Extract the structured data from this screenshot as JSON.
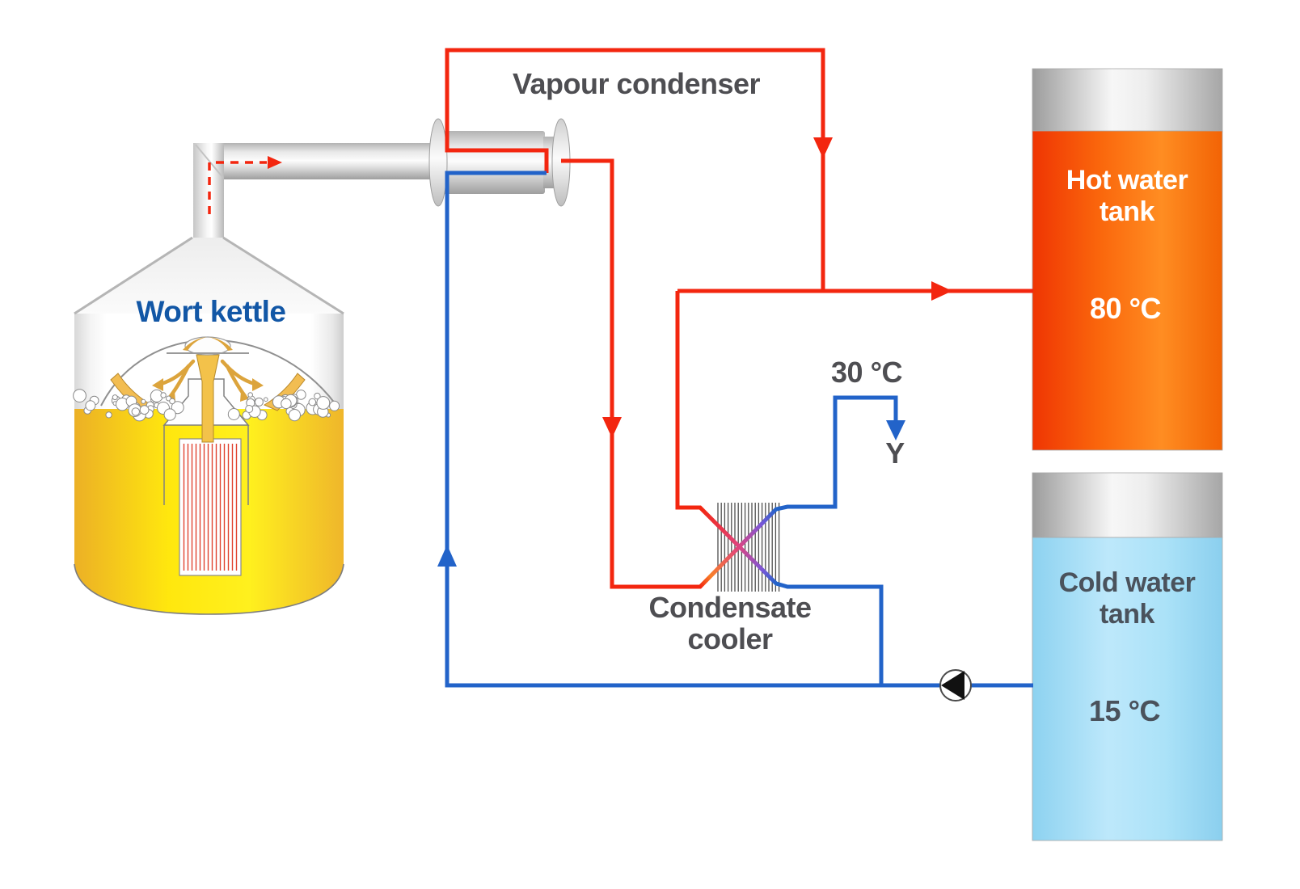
{
  "diagram": {
    "kettle": {
      "label": "Wort kettle"
    },
    "condenser": {
      "label": "Vapour condenser"
    },
    "cooler": {
      "label_line1": "Condensate",
      "label_line2": "cooler"
    },
    "hot_tank": {
      "name_line1": "Hot water",
      "name_line2": "tank",
      "temperature": "80 °C"
    },
    "cold_tank": {
      "name_line1": "Cold water",
      "name_line2": "tank",
      "temperature": "15 °C"
    },
    "condensate_outlet": {
      "temperature": "30 °C",
      "label": "Y"
    }
  },
  "colors": {
    "hot_line": "#f3260f",
    "cold_line": "#2263c9",
    "gradient_mid": "#e0447e",
    "label_gray": "#4e4e52",
    "kettle_label_blue": "#1257a6",
    "hot_tank_left": "#ef3503",
    "hot_tank_right": "#f26305",
    "cold_tank_fill": "#abe2f8",
    "wort_fill": "#ffe70e",
    "pump_triangle": "#111111"
  },
  "icons": {
    "pump": "pump-icon",
    "flow_arrows": [
      "hot-flow-down",
      "hot-flow-to-tank",
      "condensate-flow-down",
      "cold-flow-up",
      "outlet-flow-down",
      "vapour-dashed-arrow"
    ]
  }
}
